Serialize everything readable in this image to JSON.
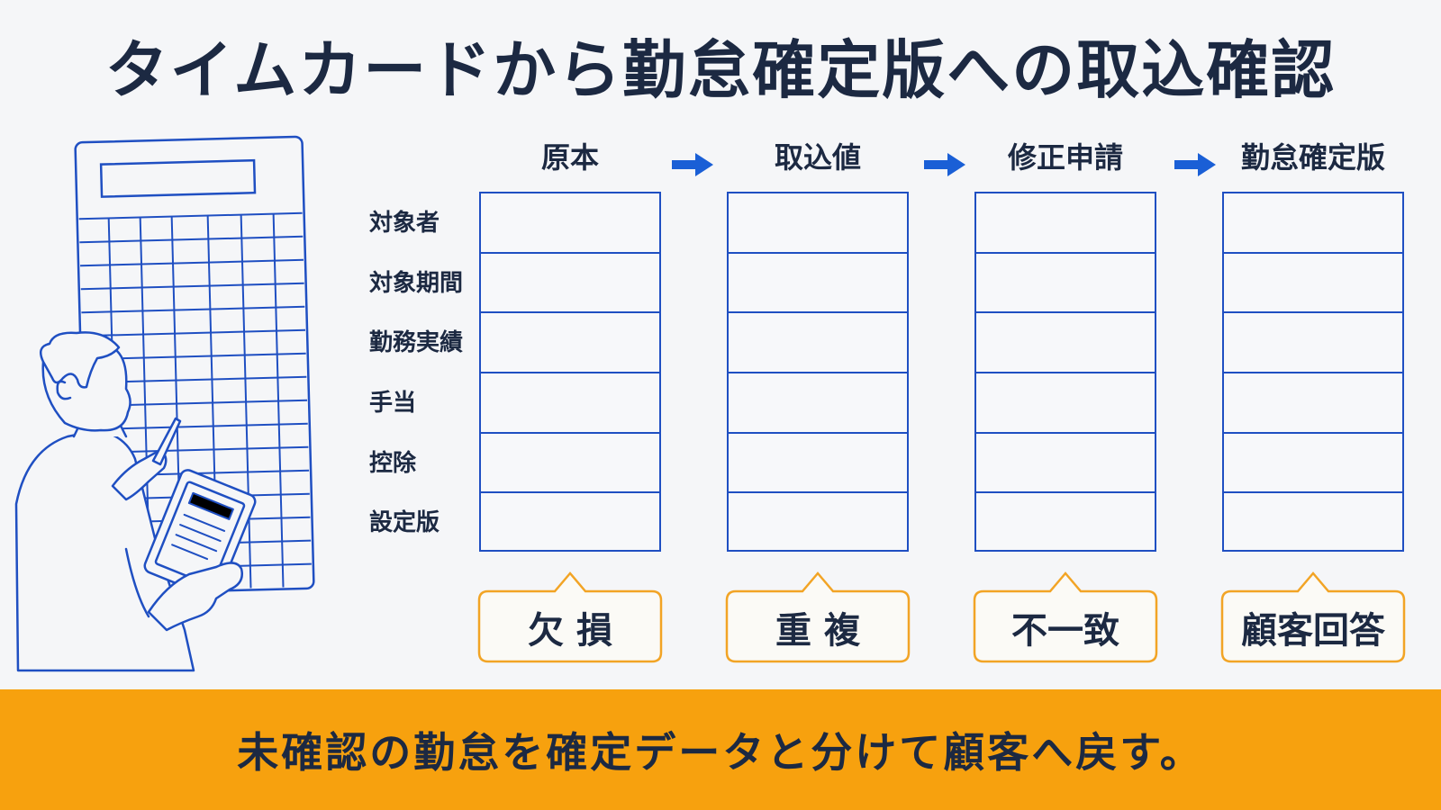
{
  "title": "タイムカードから勤怠確定版への取込確認",
  "row_labels": [
    "対象者",
    "対象期間",
    "勤務実績",
    "手当",
    "控除",
    "設定版"
  ],
  "columns": [
    {
      "header": "原本",
      "callout": "欠 損"
    },
    {
      "header": "取込値",
      "callout": "重 複"
    },
    {
      "header": "修正申請",
      "callout": "不一致"
    },
    {
      "header": "勤怠確定版",
      "callout": "顧客回答"
    }
  ],
  "footer": "未確認の勤怠を確定データと分けて顧客へ戻す。",
  "colors": {
    "accent_blue": "#1f4fc2",
    "arrow_blue": "#1a5fd6",
    "callout_orange": "#f2a425",
    "footer_orange": "#f7a10e",
    "text_navy": "#1c2942"
  },
  "icons": [
    "timecard-grid-icon",
    "person-with-tablet-icon",
    "right-arrow-icon"
  ]
}
